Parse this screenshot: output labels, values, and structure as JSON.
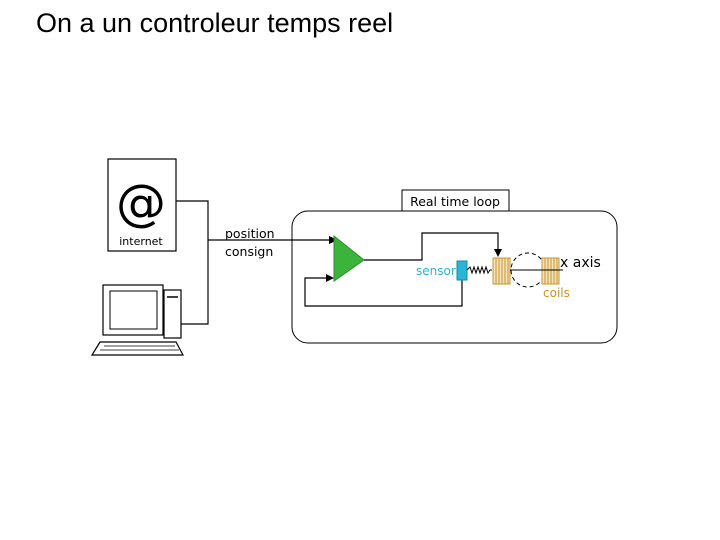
{
  "slide": {
    "title": "On a un controleur temps reel"
  },
  "diagram": {
    "internet_label": "internet",
    "at_symbol": "@",
    "loop_title": "Real time loop",
    "input_label_line1": "position",
    "input_label_line2": "consign",
    "sensor_label": "sensor",
    "axis_label": "x axis",
    "coils_label": "coils",
    "colors": {
      "amplifier": "#3cb43c",
      "sensor": "#29b6d4",
      "coils": "#c89628",
      "lines": "#000000"
    }
  }
}
